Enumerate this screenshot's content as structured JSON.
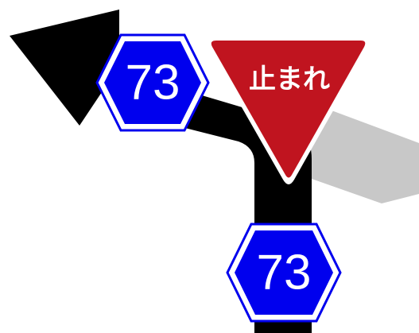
{
  "signs": {
    "route_upper": {
      "number": "73",
      "color": "#0000ee"
    },
    "route_lower": {
      "number": "73",
      "color": "#0000ee"
    },
    "stop": {
      "text": "止まれ",
      "color": "#c0141f"
    }
  },
  "roads": {
    "main_color": "#000000",
    "side_color": "#c8c8c8"
  }
}
